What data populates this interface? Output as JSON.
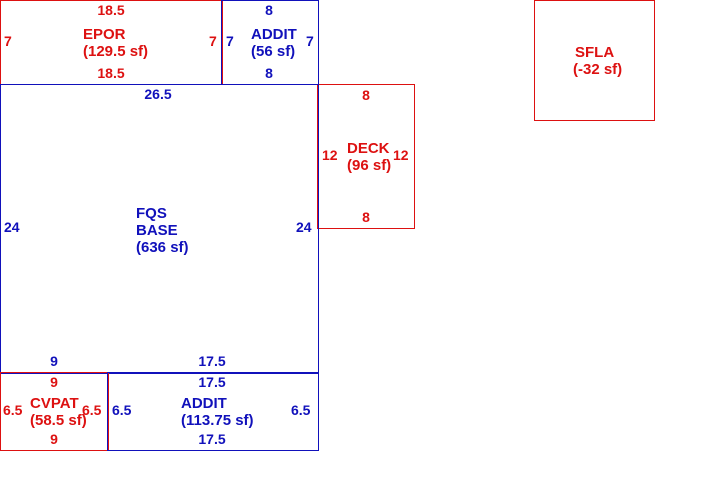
{
  "colors": {
    "red": "#dd1111",
    "blue": "#1111bb"
  },
  "areas": {
    "epor": {
      "name": "EPOR",
      "area": "(129.5 sf)",
      "top": "18.5",
      "bottom": "18.5",
      "left": "7",
      "right": "7"
    },
    "addit_top": {
      "name": "ADDIT",
      "area": "(56 sf)",
      "top": "8",
      "bottom": "8",
      "left": "7",
      "right": "7"
    },
    "sfla": {
      "name": "SFLA",
      "area": "(-32 sf)"
    },
    "base": {
      "name_line1": "FQS",
      "name_line2": "BASE",
      "area": "(636 sf)",
      "top": "26.5",
      "left": "24",
      "right": "24",
      "bottom_left": "9",
      "bottom_right": "17.5"
    },
    "deck": {
      "name": "DECK",
      "area": "(96 sf)",
      "top": "8",
      "bottom": "8",
      "left": "12",
      "right": "12"
    },
    "cvpat": {
      "name": "CVPAT",
      "area": "(58.5 sf)",
      "top": "9",
      "bottom": "9",
      "left": "6.5",
      "right": "6.5"
    },
    "addit_bottom": {
      "name": "ADDIT",
      "area": "(113.75 sf)",
      "top": "17.5",
      "bottom": "17.5",
      "left": "6.5",
      "right": "6.5"
    }
  }
}
